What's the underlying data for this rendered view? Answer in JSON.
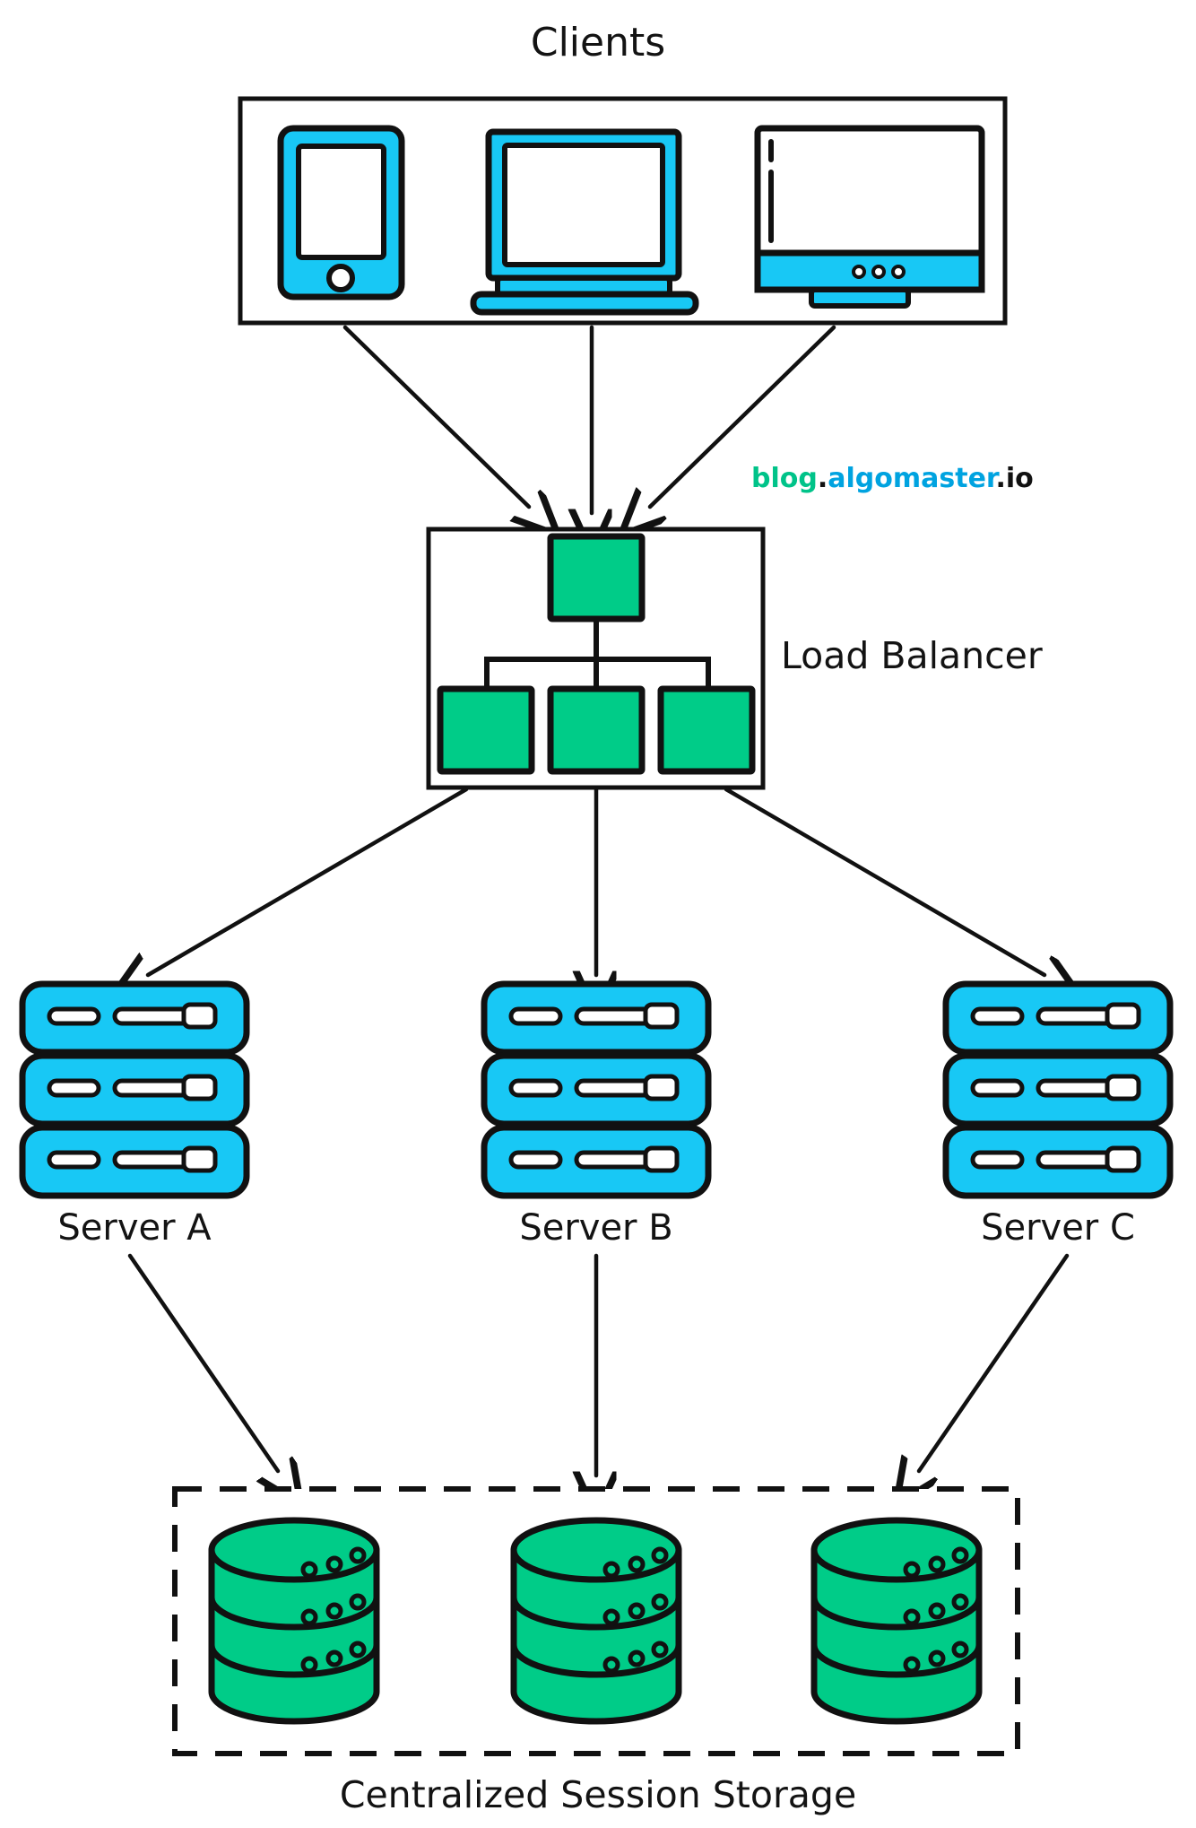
{
  "diagram": {
    "title_top": "Clients",
    "watermark": {
      "part1": "blog",
      "dot1": ".",
      "part2": "algomaster",
      "dot2": ".",
      "part3": "io",
      "color_part1": "#00c389",
      "color_part2": "#00a3e0",
      "color_part3": "#111111"
    },
    "load_balancer": {
      "label": "Load Balancer",
      "node_color": "#00cc88",
      "top_nodes": 1,
      "bottom_nodes": 3
    },
    "servers": [
      {
        "label": "Server A",
        "color": "#18c8f5",
        "units": 3
      },
      {
        "label": "Server B",
        "color": "#18c8f5",
        "units": 3
      },
      {
        "label": "Server C",
        "color": "#18c8f5",
        "units": 3
      }
    ],
    "storage": {
      "caption": "Centralized Session Storage",
      "db_color": "#00cc88",
      "databases": 3,
      "disc_layers": 3,
      "dots_per_layer": 3,
      "border_style": "dashed"
    },
    "clients": {
      "devices": [
        {
          "name": "phone",
          "color": "#18c8f5"
        },
        {
          "name": "laptop",
          "color": "#18c8f5"
        },
        {
          "name": "monitor",
          "color": "#18c8f5"
        }
      ]
    },
    "colors": {
      "stroke": "#111111",
      "cyan": "#18c8f5",
      "green": "#00cc88",
      "background": "#ffffff"
    },
    "flows": {
      "clients_to_lb": 3,
      "lb_to_servers": 3,
      "servers_to_storage": 3
    }
  }
}
